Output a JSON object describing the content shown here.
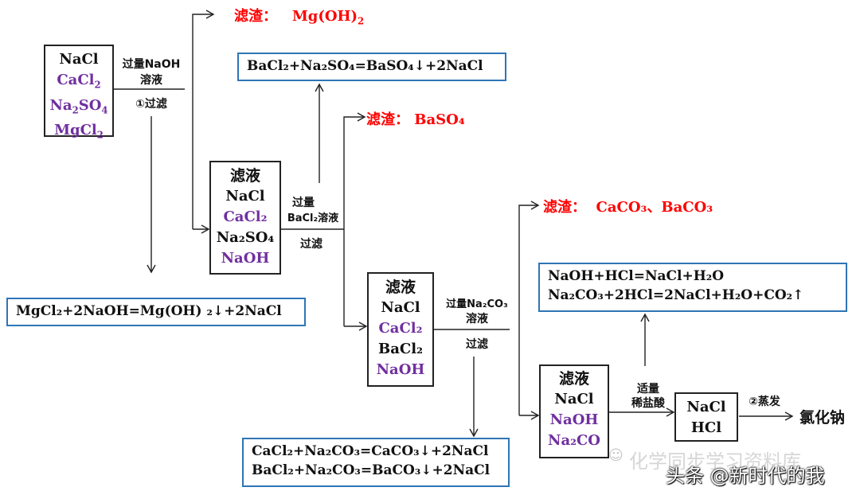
{
  "box1": {
    "line1": "NaCl",
    "line2": "CaCl",
    "line3": "Na",
    "line3b": "SO",
    "line4": "MgCl"
  },
  "step1": {
    "label_top": "过量NaOH",
    "label_mid": "溶液",
    "label_bottom": "①过滤"
  },
  "result1": {
    "prefix": "滤渣：",
    "value": "Mg(OH)",
    "sub": "2"
  },
  "eq1": {
    "text": "MgCl₂+2NaOH=Mg(OH) ₂↓+2NaCl"
  },
  "box2": {
    "title": "滤液",
    "line1": "NaCl",
    "line2": "CaCl₂",
    "line3": "Na₂SO₄",
    "line4": "NaOH"
  },
  "step2": {
    "label_top": "过量",
    "label_mid": "BaCl₂溶液",
    "label_bottom": "过滤"
  },
  "eq2": {
    "text": "BaCl₂+Na₂SO₄=BaSO₄↓+2NaCl"
  },
  "result2": {
    "prefix": "滤渣：",
    "value": "BaSO₄"
  },
  "box3": {
    "title": "滤液",
    "line1": "NaCl",
    "line2": "CaCl₂",
    "line3": "BaCl₂",
    "line4": "NaOH"
  },
  "step3": {
    "label_top": "过量Na₂CO₃",
    "label_mid": "溶液",
    "label_bottom": "过滤"
  },
  "result3": {
    "prefix": "滤渣：",
    "value": "CaCO₃、BaCO₃"
  },
  "eq3": {
    "line1": "CaCl₂+Na₂CO₃=CaCO₃↓+2NaCl",
    "line2": "BaCl₂+Na₂CO₃=BaCO₃↓+2NaCl"
  },
  "box4": {
    "title": "滤液",
    "line1": "NaCl",
    "line2": "NaOH",
    "line3": "Na₂CO"
  },
  "step4": {
    "label_top": "适量",
    "label_bottom": "稀盐酸"
  },
  "eq4": {
    "line1": "NaOH+HCl=NaCl+H₂O",
    "line2": "Na₂CO₃+2HCl=2NaCl+H₂O+CO₂↑"
  },
  "box5": {
    "line1": "NaCl",
    "line2": "HCl"
  },
  "step5": {
    "label": "②蒸发"
  },
  "final": {
    "text": "氯化钠"
  },
  "watermark": {
    "line1": "化学同步学习资料库",
    "line2": "头条 @新时代的我"
  },
  "colors": {
    "purple": "#7030a0",
    "red": "#ff0000",
    "blue_border": "#2e75b6"
  }
}
